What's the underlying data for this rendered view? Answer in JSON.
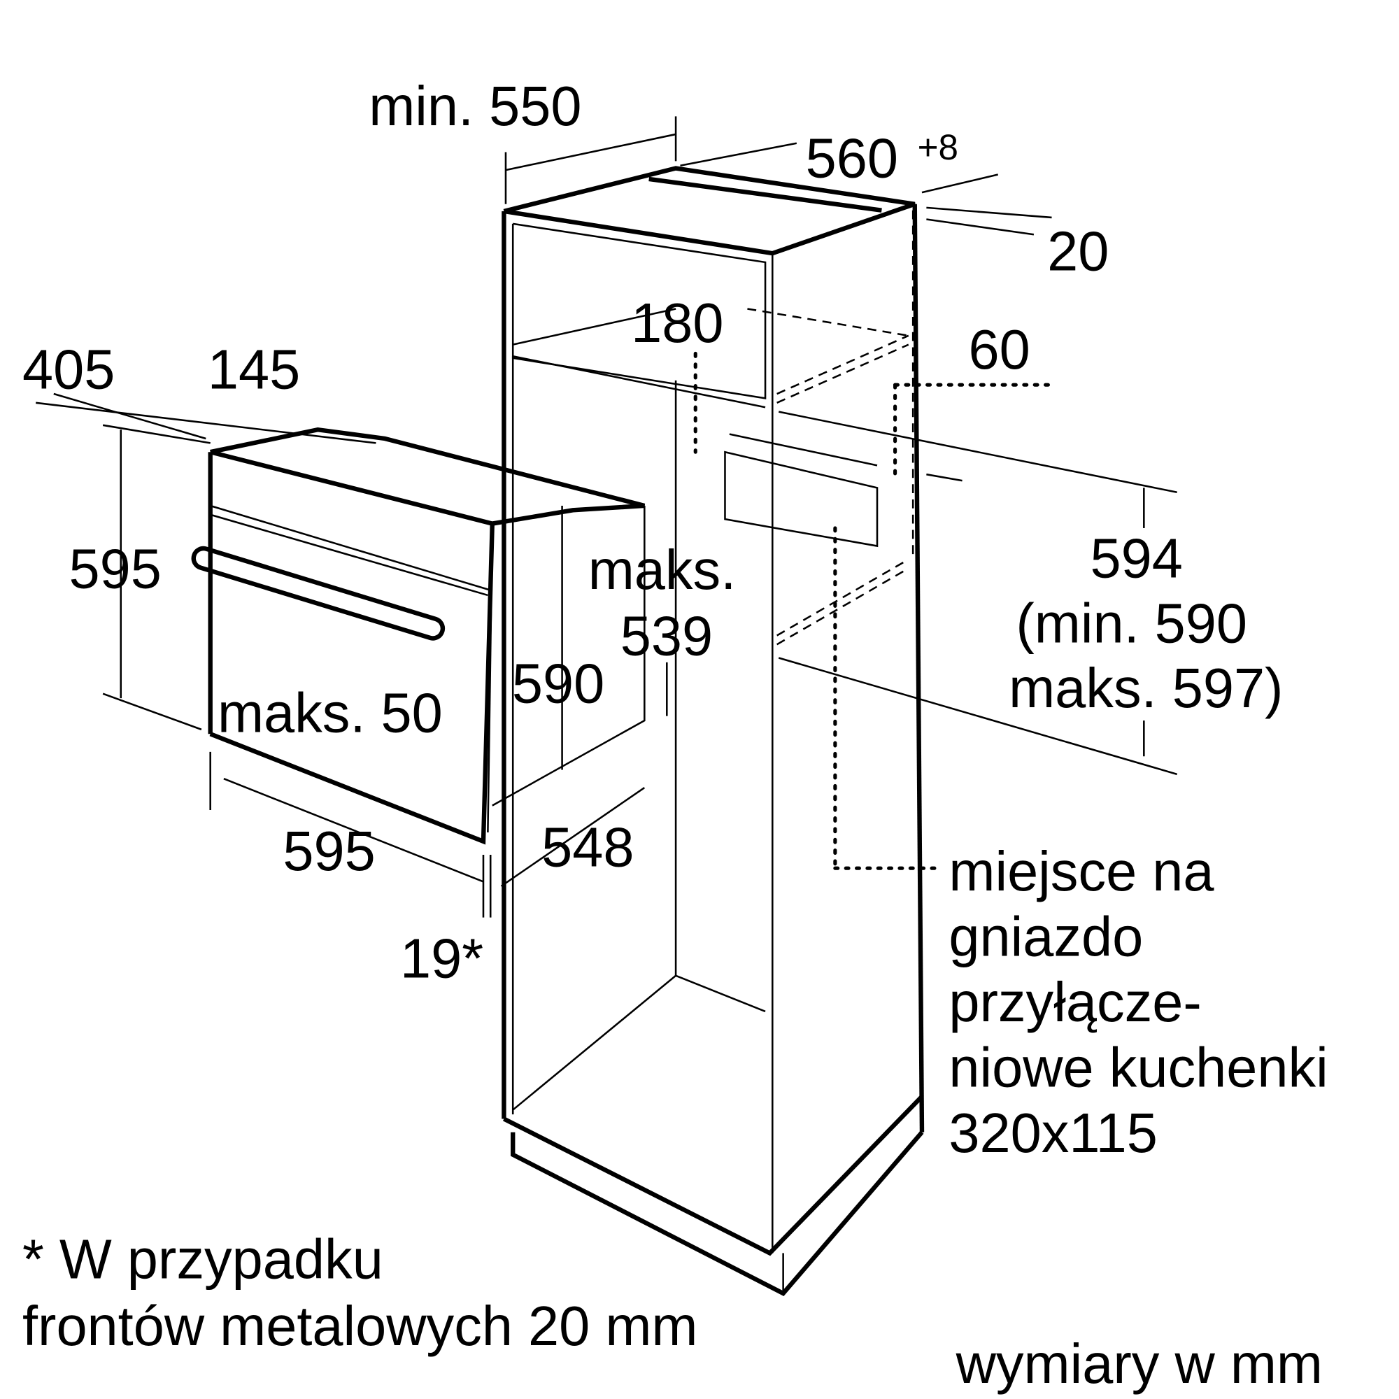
{
  "dimensions": {
    "min550": "min. 550",
    "w560": "560",
    "w560_tol": "+8",
    "d20": "20",
    "h180": "180",
    "d60": "60",
    "d405": "405",
    "d145": "145",
    "h595_left": "595",
    "maks_label": "maks.",
    "d539": "539",
    "h594": "594",
    "h594_min": "(min. 590",
    "h594_max": "maks. 597)",
    "h590": "590",
    "maks50": "maks. 50",
    "w595_bottom": "595",
    "d548": "548",
    "d19": "19*"
  },
  "socket_note": [
    "miejsce na",
    "gniazdo",
    "przyłącze-",
    "niowe kuchenki",
    "320x115"
  ],
  "footnote": [
    "* W przypadku",
    "frontów metalowych 20 mm"
  ],
  "units_note": "wymiary w mm"
}
